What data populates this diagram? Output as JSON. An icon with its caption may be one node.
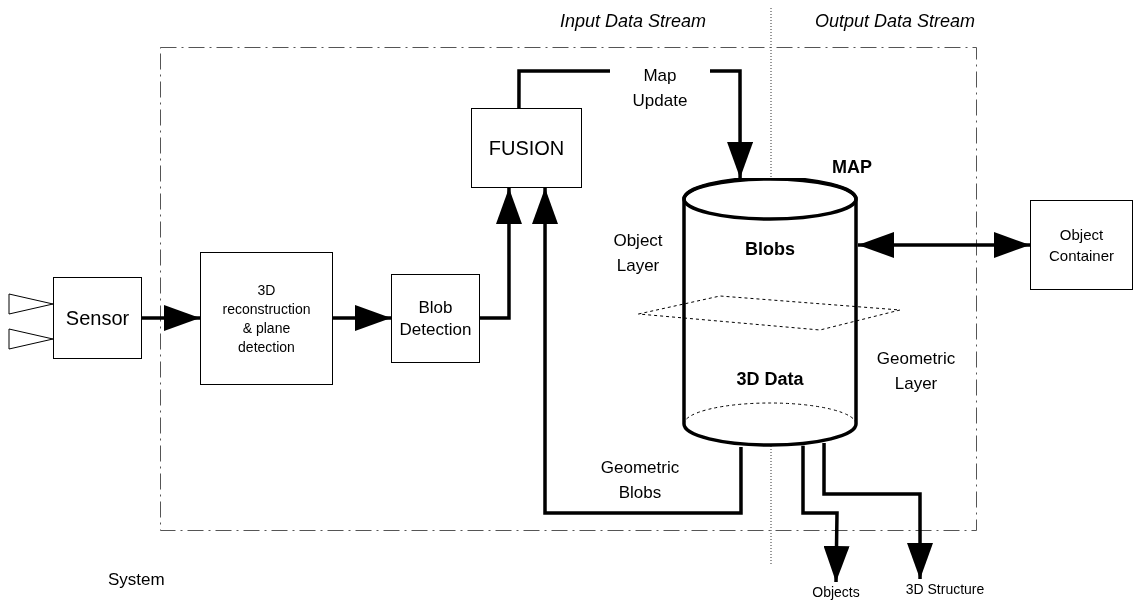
{
  "diagram": {
    "nodes": [
      {
        "text": [
          "System"
        ]
      },
      {
        "text": [],
        "shape": "triangle"
      },
      {
        "text": [],
        "shape": "triangle"
      },
      {
        "text": [
          "Sensor"
        ]
      },
      {
        "text": [
          "3D reconstruction & plane detection"
        ],
        "in": 0
      },
      {
        "text": [
          "Blob Detection"
        ],
        "in": 0
      },
      {
        "text": [
          "FUSION"
        ],
        "in": 0
      },
      {
        "text": [
          "MAP",
          "Blobs",
          "3D Data"
        ],
        "beside": [
          "Object Layer",
          "Geometric Layer"
        ],
        "in": 0
      },
      {
        "text": [
          "Object Container"
        ]
      },
      {
        "text": [
          "Objects"
        ]
      },
      {
        "text": [
          "3D Structure"
        ]
      }
    ],
    "edges": [
      {
        "from": 3,
        "to": 4,
        "arrow": "to"
      },
      {
        "from": 4,
        "to": 5,
        "arrow": "to"
      },
      {
        "from": 5,
        "to": 6,
        "arrow": "to"
      },
      {
        "from": 6,
        "to": 7,
        "arrow": "to",
        "label": "Map Update"
      },
      {
        "from": 7,
        "to": 6,
        "arrow": "to",
        "label": "Geometric Blobs"
      },
      {
        "from": 7,
        "to": 8,
        "arrow": "both"
      },
      {
        "from": 7,
        "to": 9,
        "arrow": "to"
      },
      {
        "from": 7,
        "to": 10,
        "arrow": "to"
      }
    ],
    "labels": [
      "Input Data Stream",
      "Output Data Stream"
    ]
  }
}
